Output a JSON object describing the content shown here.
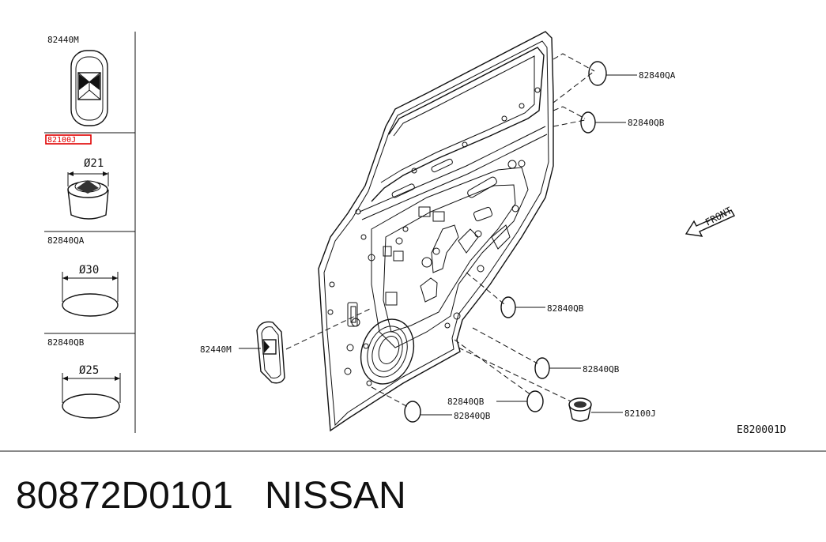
{
  "legend": {
    "items": [
      {
        "part": "82440M"
      },
      {
        "part": "82100J",
        "dimension": "Ø21"
      },
      {
        "part": "82840QA",
        "dimension": "Ø30"
      },
      {
        "part": "82840QB",
        "dimension": "Ø25"
      }
    ]
  },
  "callouts": {
    "qa_top": "82840QA",
    "qb_top": "82840QB",
    "qb_mid": "82840QB",
    "qb_low": "82840QB",
    "qb_bottom_a": "82840QB",
    "qb_bottom_b": "82840QB",
    "clip": "82100J",
    "grommet": "82440M"
  },
  "front_label": "FRONT",
  "diagram_code": "E820001D",
  "caption": {
    "part_number": "80872D0101",
    "brand": "NISSAN"
  },
  "colors": {
    "line": "#111111",
    "highlight": "#e00000"
  }
}
